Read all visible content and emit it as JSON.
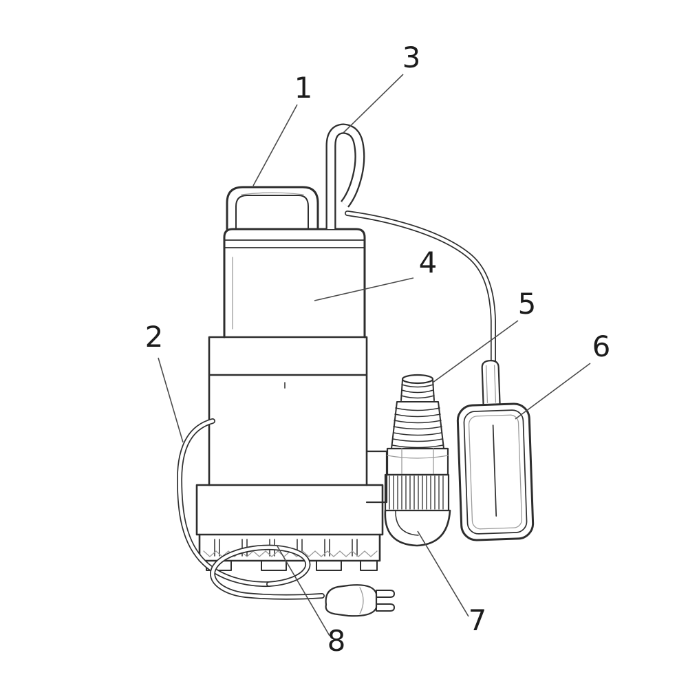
{
  "figure": {
    "background": "#ffffff",
    "line_color": "#2e2e2e",
    "light_line_color": "#9b9b9b",
    "leader_color": "#4a4a4a",
    "label_color": "#1c1c1c"
  },
  "callouts": [
    {
      "label": "1"
    },
    {
      "label": "2"
    },
    {
      "label": "3"
    },
    {
      "label": "4"
    },
    {
      "label": "5"
    },
    {
      "label": "6"
    },
    {
      "label": "7"
    },
    {
      "label": "8"
    }
  ]
}
